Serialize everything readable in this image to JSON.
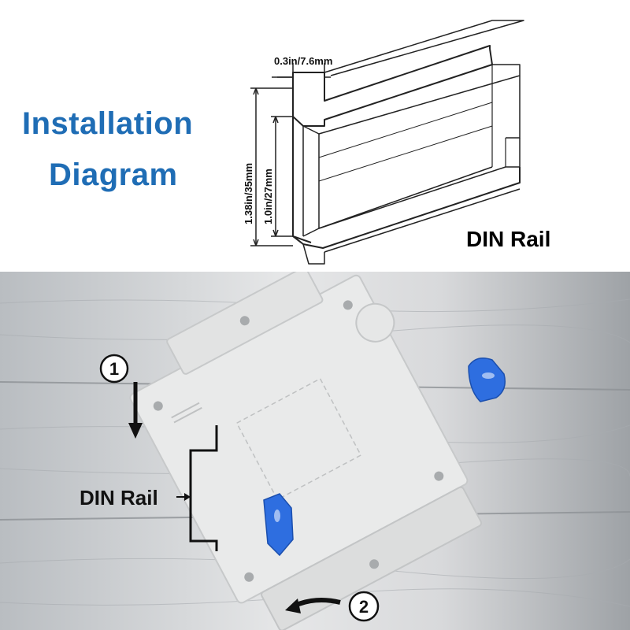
{
  "title": {
    "line1": "Installation",
    "line2": "Diagram"
  },
  "rail_drawing": {
    "label": "DIN Rail",
    "dim_top": "0.3in/7.6mm",
    "dim_outer": "1.38in/35mm",
    "dim_inner": "1.0in/27mm"
  },
  "install_photo": {
    "step1": "1",
    "step2": "2",
    "rail_label": "DIN Rail"
  },
  "colors": {
    "title_blue": "#1f6db5",
    "breaker_clip_blue": "#2e6ee0"
  }
}
